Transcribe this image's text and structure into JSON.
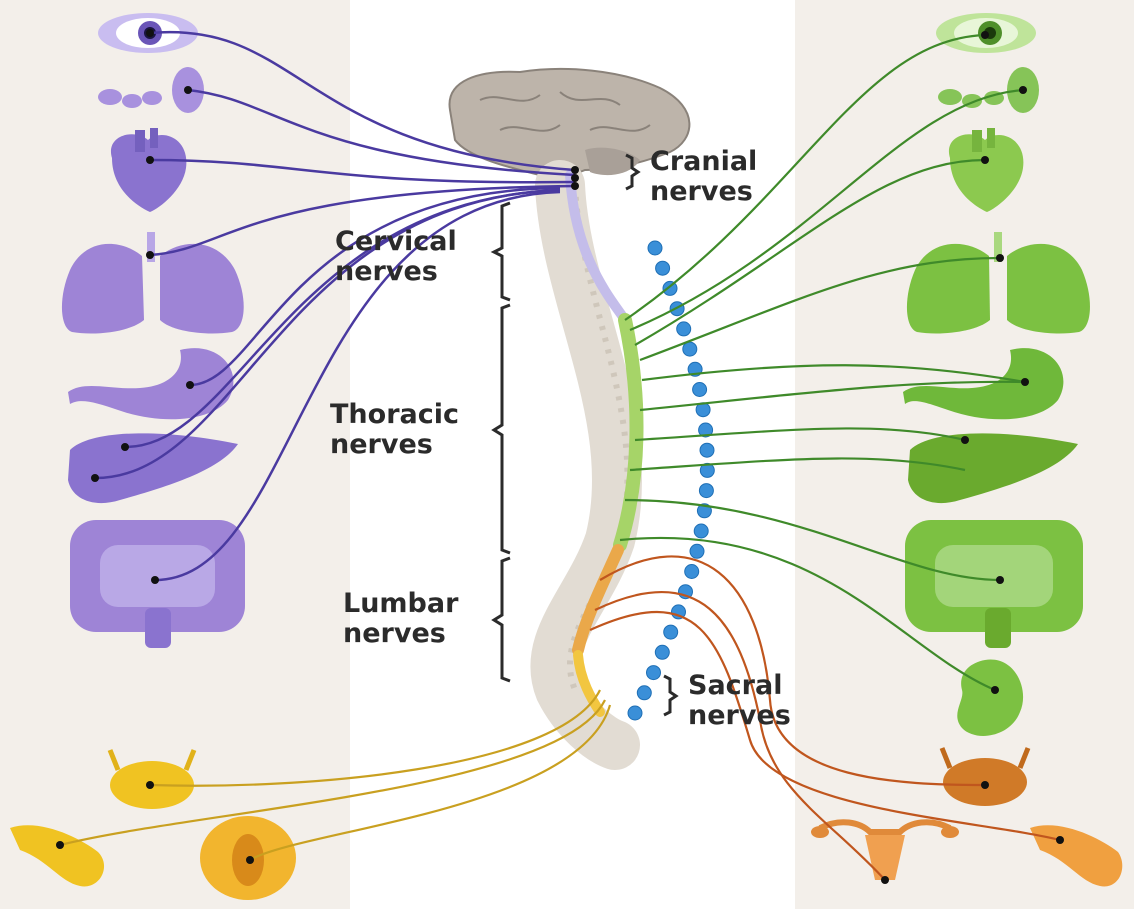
{
  "labels": {
    "cranial": [
      "Cranial",
      "nerves"
    ],
    "cervical": [
      "Cervical",
      "nerves"
    ],
    "thoracic": [
      "Thoracic",
      "nerves"
    ],
    "lumbar": [
      "Lumbar",
      "nerves"
    ],
    "sacral": [
      "Sacral",
      "nerves"
    ]
  },
  "colors": {
    "parasympathetic_nerve": "#4a3aa0",
    "sympathetic_nerve": "#3f8a2a",
    "sacral_parasympathetic_nerve": "#c9a020",
    "lumbar_sympathetic_nerve": "#c0561e",
    "left_organs": "#9e84d6",
    "right_organs": "#7cc142",
    "chain_ganglia": "#3a8fd8",
    "side_panel": "#f3efea"
  },
  "organs": {
    "left": [
      "eye-icon",
      "salivary-glands-icon",
      "heart-icon",
      "lungs-icon",
      "stomach-icon",
      "liver-icon",
      "intestines-icon"
    ],
    "right": [
      "eye-icon",
      "salivary-glands-icon",
      "heart-icon",
      "lungs-icon",
      "stomach-icon",
      "liver-icon",
      "intestines-icon",
      "kidney-icon"
    ],
    "bottom_left": [
      "bladder-icon",
      "penis-icon",
      "vulva-icon"
    ],
    "bottom_right": [
      "bladder-icon",
      "uterus-icon",
      "penis-icon"
    ]
  }
}
